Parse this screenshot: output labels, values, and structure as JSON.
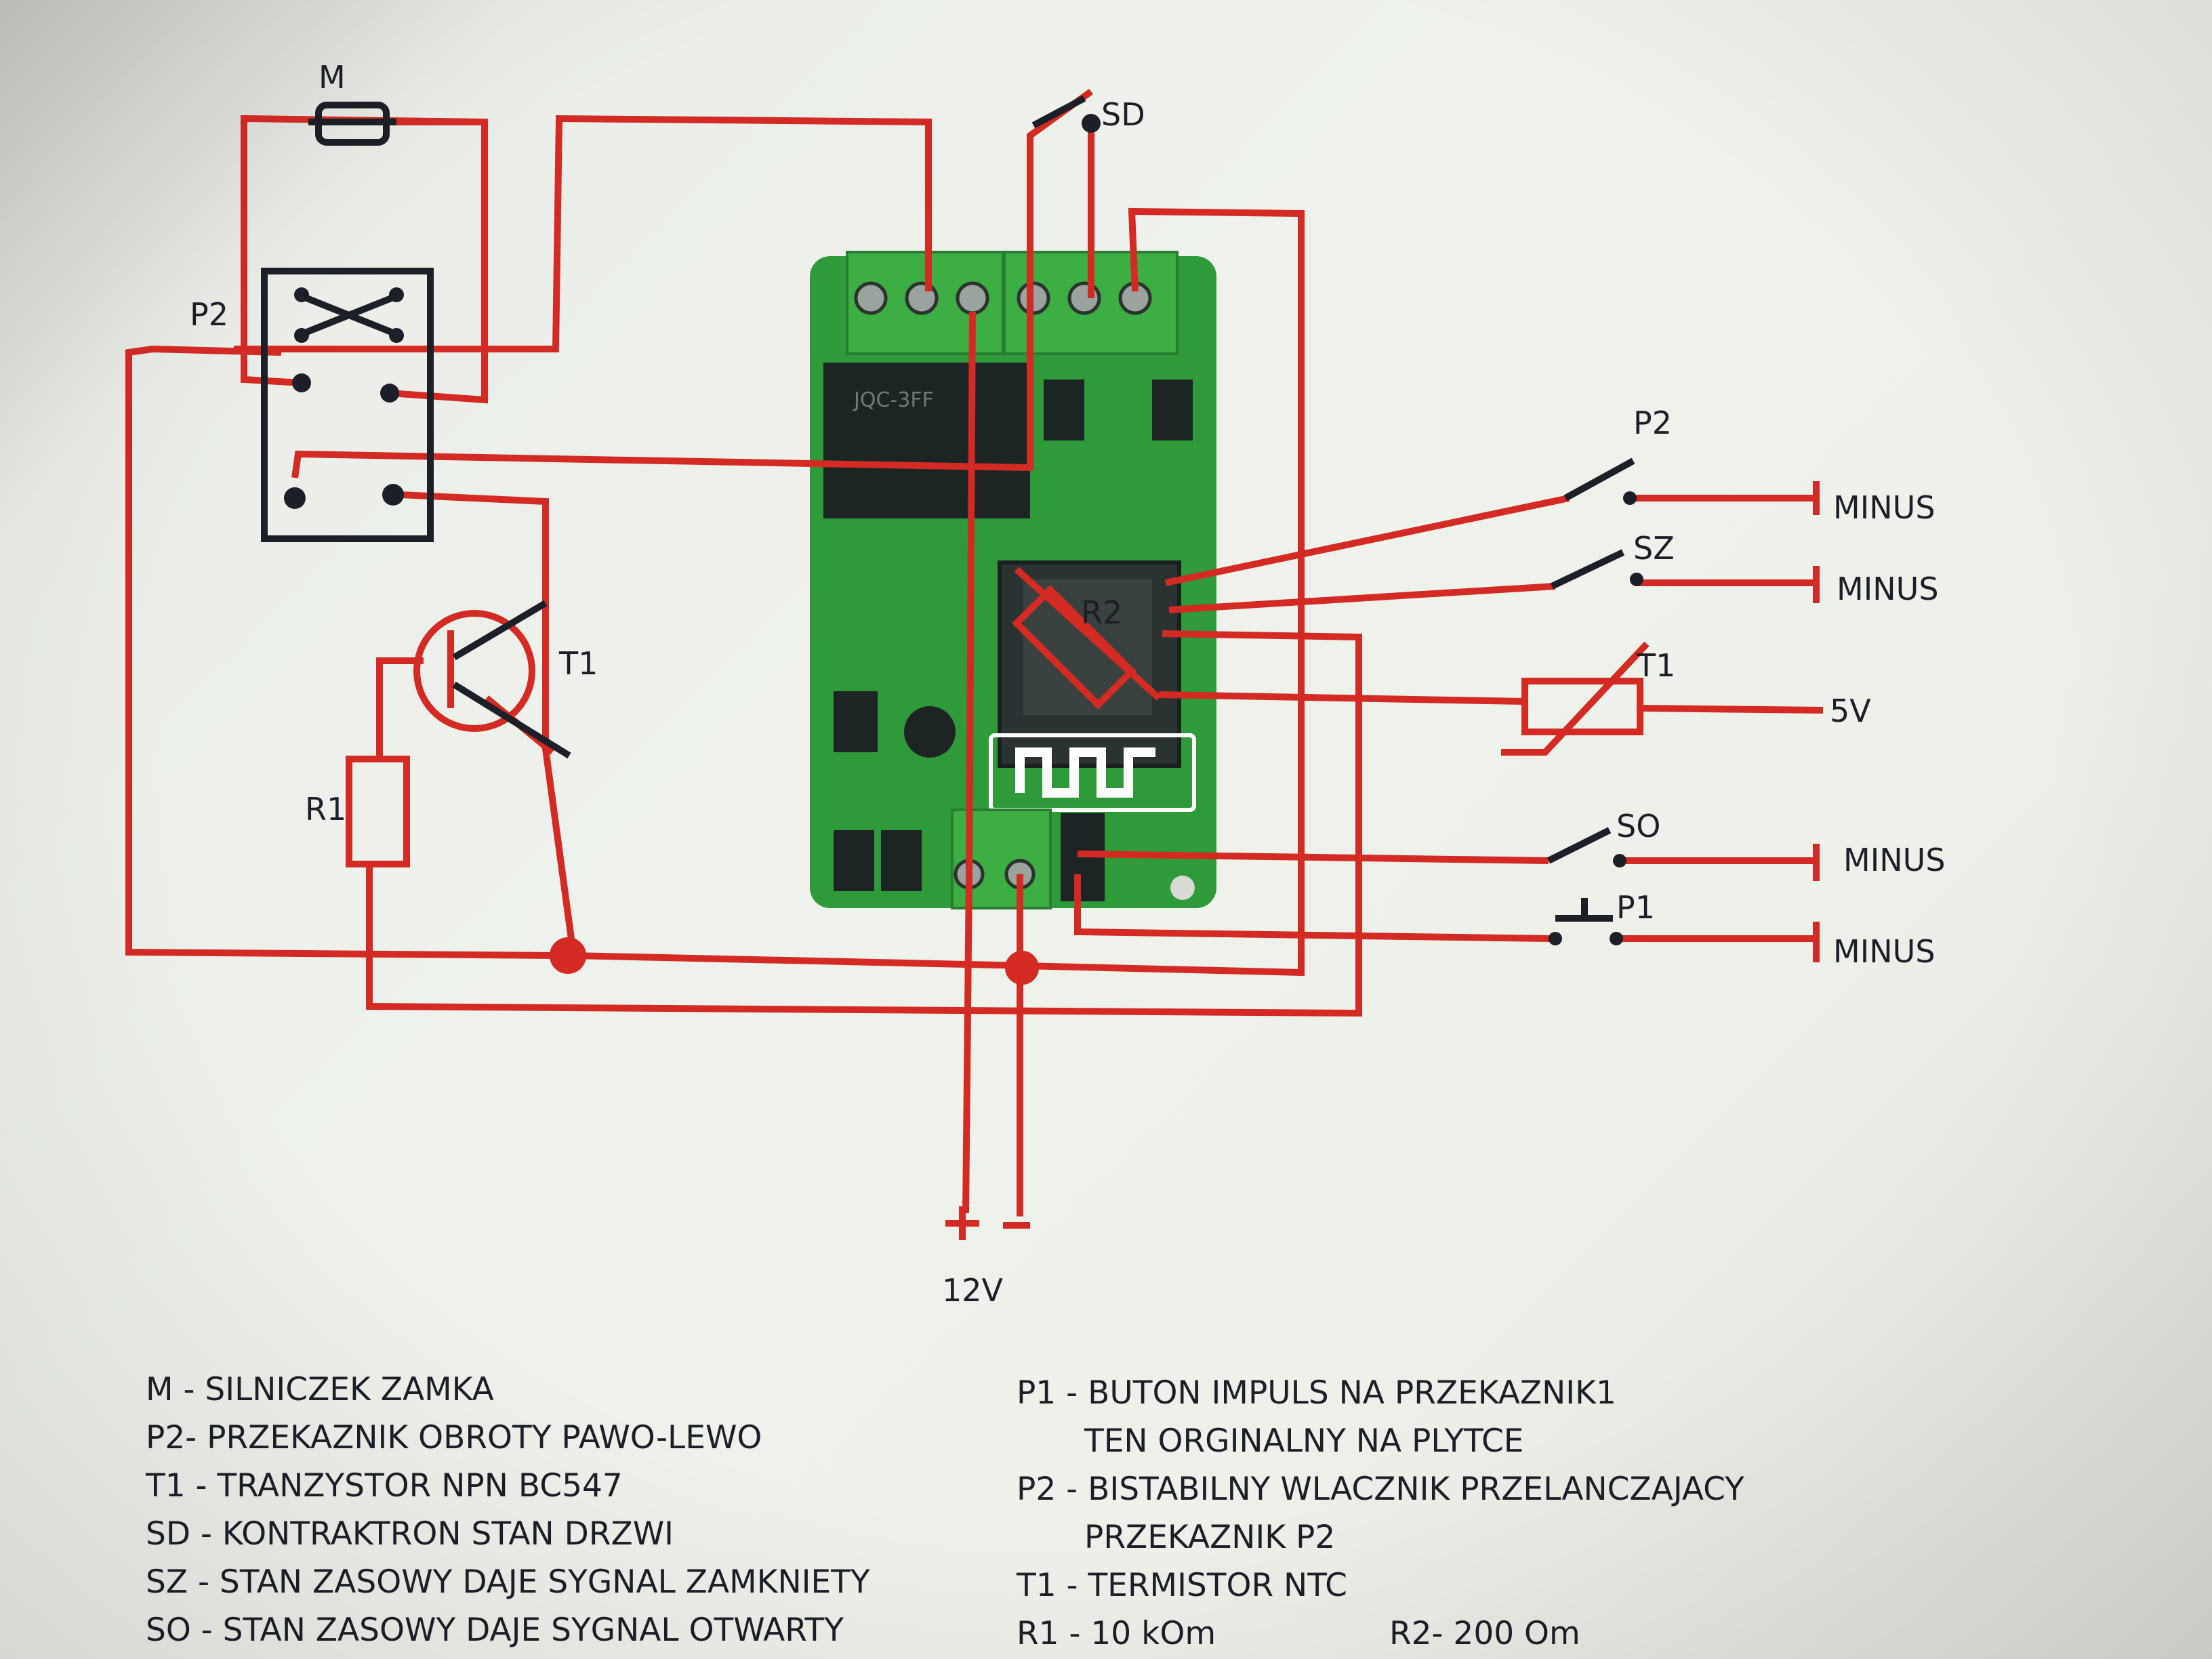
{
  "diagram": {
    "labels": {
      "motor": "M",
      "relay_p2": "P2",
      "sensor_sd": "SD",
      "switch_p2": "P2",
      "switch_sz": "SZ",
      "thermistor_t1": "T1",
      "switch_so": "SO",
      "button_p1": "P1",
      "transistor_t1": "T1",
      "resistor_r1": "R1",
      "resistor_r2": "R2",
      "supply_plus": "+",
      "supply_minus": "-",
      "supply_voltage": "12V",
      "minus_1": "MINUS",
      "minus_2": "MINUS",
      "minus_3": "MINUS",
      "minus_4": "MINUS",
      "voltage_5v": "5V"
    },
    "board_chip_text": "JQC-3FF"
  },
  "legend": {
    "left": [
      "M - SILNICZEK ZAMKA",
      "P2- PRZEKAZNIK OBROTY PAWO-LEWO",
      "T1 - TRANZYSTOR NPN BC547",
      "SD - KONTRAKTRON STAN DRZWI",
      "SZ - STAN ZASOWY DAJE SYGNAL ZAMKNIETY",
      "SO - STAN ZASOWY DAJE SYGNAL OTWARTY"
    ],
    "right": {
      "p1_line1": "P1 - BUTON IMPULS NA PRZEKAZNIK1",
      "p1_line2": "TEN ORGINALNY NA PLYTCE",
      "p2_line1": "P2 - BISTABILNY WLACZNIK PRZELANCZAJACY",
      "p2_line2": "PRZEKAZNIK P2",
      "t1": "T1 - TERMISTOR NTC",
      "r1": "R1 - 10 kOm",
      "r2": "R2- 200 Om"
    }
  },
  "colors": {
    "wire": "#d42a24",
    "pcb": "#2f9a3a",
    "terminal": "#3cae43",
    "ink": "#1c1f27"
  }
}
